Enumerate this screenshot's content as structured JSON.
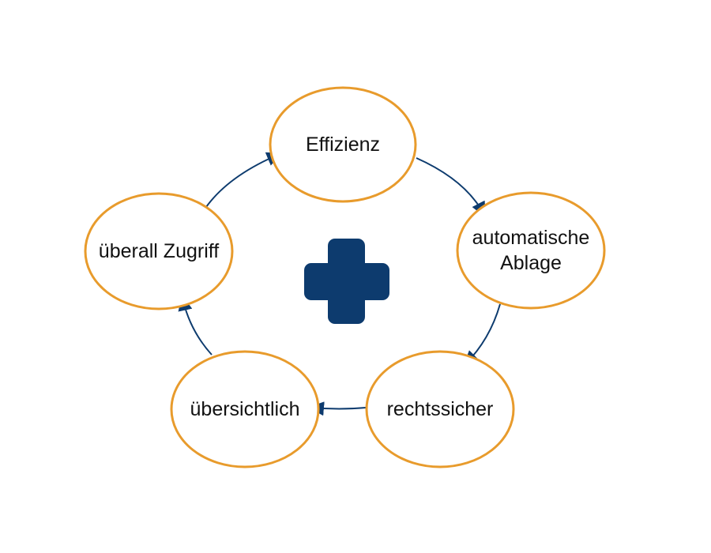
{
  "diagram": {
    "center_icon": "plus-icon",
    "colors": {
      "node_border": "#e89b2c",
      "node_fill": "#ffffff",
      "arrow": "#0d3b6e",
      "center_icon": "#0d3b6e",
      "text": "#111111"
    },
    "nodes": [
      {
        "id": "effizienz",
        "lines": [
          "Effizienz"
        ]
      },
      {
        "id": "automatische-ablage",
        "lines": [
          "automatische",
          "Ablage"
        ]
      },
      {
        "id": "rechtssicher",
        "lines": [
          "rechtssicher"
        ]
      },
      {
        "id": "uebersichtlich",
        "lines": [
          "übersichtlich"
        ]
      },
      {
        "id": "ueberall-zugriff",
        "lines": [
          "überall Zugriff"
        ]
      }
    ],
    "edges": [
      {
        "from": "effizienz",
        "to": "automatische-ablage"
      },
      {
        "from": "automatische-ablage",
        "to": "rechtssicher"
      },
      {
        "from": "rechtssicher",
        "to": "uebersichtlich"
      },
      {
        "from": "uebersichtlich",
        "to": "ueberall-zugriff"
      },
      {
        "from": "ueberall-zugriff",
        "to": "effizienz"
      }
    ]
  }
}
